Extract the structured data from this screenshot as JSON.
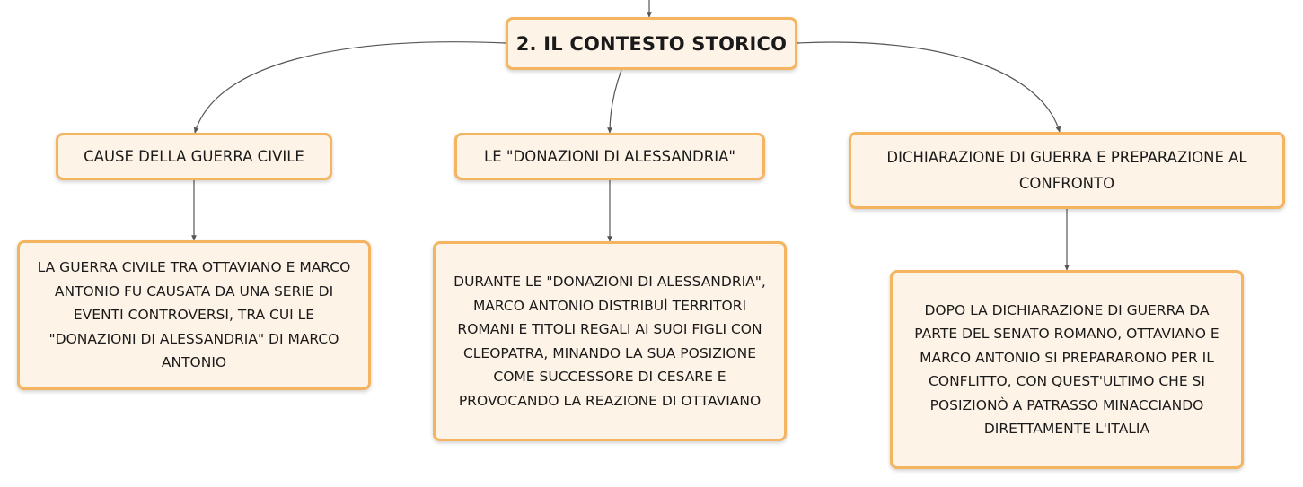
{
  "root": {
    "label": "2. IL CONTESTO STORICO"
  },
  "topics": [
    {
      "label": "CAUSE DELLA GUERRA CIVILE"
    },
    {
      "label": "LE \"DONAZIONI DI ALESSANDRIA\""
    },
    {
      "label": "DICHIARAZIONE DI GUERRA E PREPARAZIONE AL CONFRONTO"
    }
  ],
  "details": [
    {
      "text": "LA GUERRA CIVILE TRA OTTAVIANO E MARCO ANTONIO FU CAUSATA DA UNA SERIE DI EVENTI CONTROVERSI, TRA CUI LE \"DONAZIONI DI ALESSANDRIA\" DI MARCO ANTONIO"
    },
    {
      "text": "DURANTE LE \"DONAZIONI DI ALESSANDRIA\", MARCO ANTONIO DISTRIBUÌ TERRITORI ROMANI E TITOLI REGALI AI SUOI FIGLI CON CLEOPATRA, MINANDO LA SUA POSIZIONE COME SUCCESSORE DI CESARE E PROVOCANDO LA REAZIONE DI OTTAVIANO"
    },
    {
      "text": "DOPO LA DICHIARAZIONE DI GUERRA DA PARTE DEL SENATO ROMANO, OTTAVIANO E MARCO ANTONIO SI PREPARARONO PER IL CONFLITTO, CON QUEST'ULTIMO CHE SI POSIZIONÒ A PATRASSO MINACCIANDO DIRETTAMENTE L'ITALIA"
    }
  ],
  "colors": {
    "node_fill": "#fef3e7",
    "node_border": "#f4b460",
    "connector": "#555555"
  }
}
